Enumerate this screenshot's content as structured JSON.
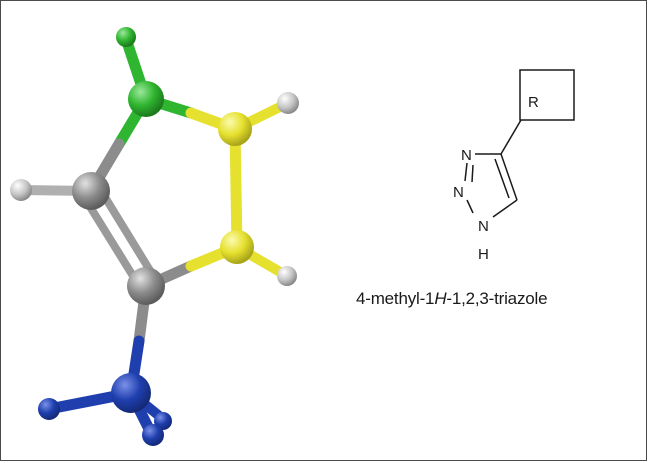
{
  "caption": {
    "prefix": "4-methyl-1",
    "italic": "H",
    "suffix": "-1,2,3-triazole"
  },
  "structure": {
    "substituent_label": "R",
    "atoms": {
      "n3": "N",
      "n2": "N",
      "n1": "N",
      "h1": "H"
    }
  },
  "model_colors": {
    "green_atom": "#2fb52f",
    "yellow_atom": "#e6e02e",
    "grey_atom": "#8c8c8c",
    "hydrogen": "#bdbdbd",
    "blue_atom": "#1f3fae"
  }
}
